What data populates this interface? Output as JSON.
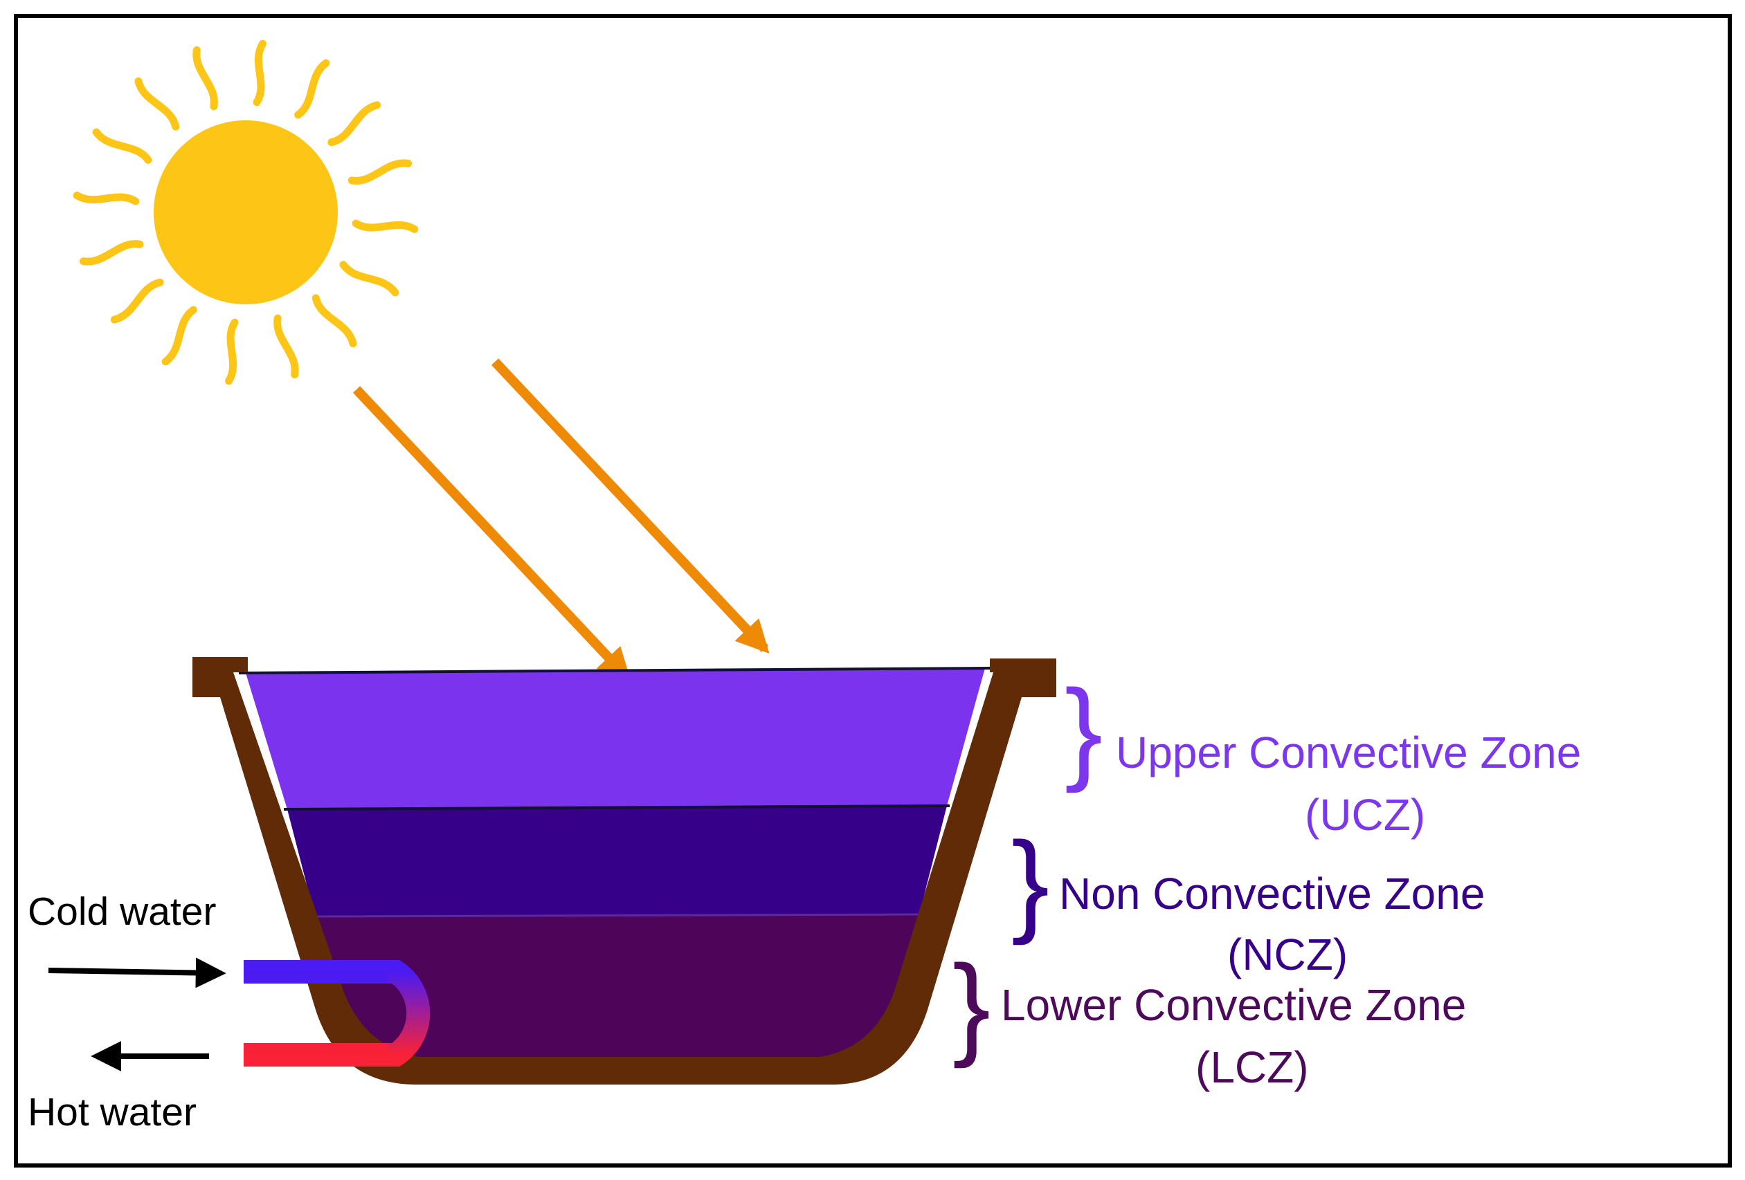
{
  "colors": {
    "frame": "#000000",
    "sun": "#FDC516",
    "ray": "#EE8A06",
    "pond_wall": "#622B08",
    "ucz": "#7B33EE",
    "ncz": "#360088",
    "lcz": "#4E0559",
    "ucz_text": "#7C36EC",
    "ncz_text": "#360088",
    "lcz_text": "#4D0A5A",
    "pipe_cold": "#4A1BF2",
    "pipe_hot": "#F92236",
    "io_arrow": "#000000"
  },
  "icons": {
    "sun": "sun-icon",
    "rays": "sun-ray-arrow-icon",
    "flow": "flow-arrow-icon"
  },
  "zones": {
    "upper": {
      "name": "Upper Convective Zone",
      "abbr": "(UCZ)"
    },
    "non": {
      "name": "Non Convective Zone",
      "abbr": "(NCZ)"
    },
    "lower": {
      "name": "Lower Convective Zone",
      "abbr": "(LCZ)"
    }
  },
  "heat_exchanger": {
    "inlet_label": "Cold water",
    "outlet_label": "Hot water"
  }
}
